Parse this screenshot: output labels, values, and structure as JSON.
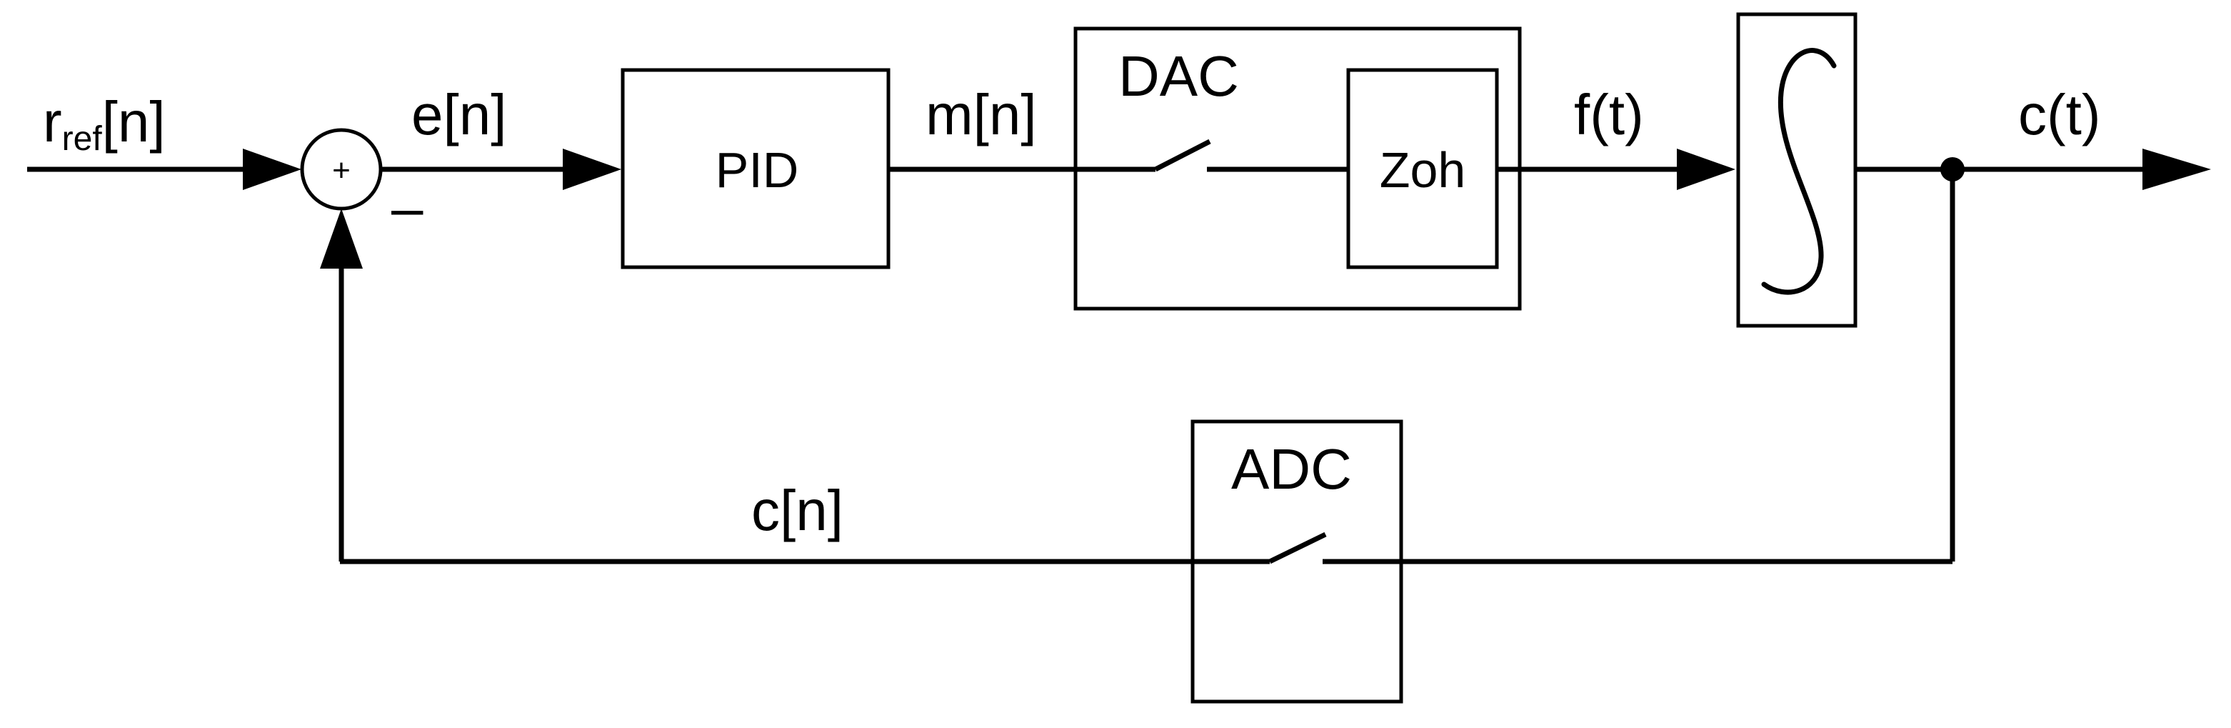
{
  "diagram": {
    "signals": {
      "reference_main": "r",
      "reference_sub": "ref",
      "reference_suffix": "[n]",
      "error": "e[n]",
      "control": "m[n]",
      "force": "f(t)",
      "output": "c(t)",
      "feedback": "c[n]"
    },
    "summing_junction": {
      "plus": "+",
      "minus": "–"
    },
    "blocks": {
      "pid": "PID",
      "dac": "DAC",
      "zoh": "Zoh",
      "adc": "ADC",
      "integrator_symbol": "integral"
    }
  }
}
